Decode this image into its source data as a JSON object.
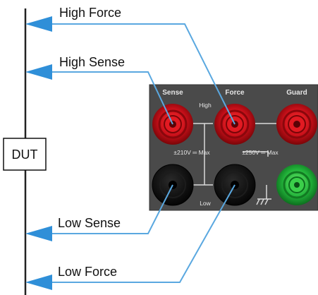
{
  "labels": {
    "high_force": "High Force",
    "high_sense": "High Sense",
    "low_sense": "Low Sense",
    "low_force": "Low Force",
    "dut": "DUT"
  },
  "panel": {
    "col_sense": "Sense",
    "col_force": "Force",
    "col_guard": "Guard",
    "row_high": "High",
    "row_low": "Low",
    "max_left": "±210V ═ Max",
    "max_right": "±250V ═ Max"
  },
  "terminals": [
    {
      "name": "high-sense-terminal",
      "color": "red"
    },
    {
      "name": "high-force-terminal",
      "color": "red"
    },
    {
      "name": "guard-terminal",
      "color": "red"
    },
    {
      "name": "low-sense-terminal",
      "color": "black"
    },
    {
      "name": "low-force-terminal",
      "color": "black"
    },
    {
      "name": "ground-terminal",
      "color": "green"
    }
  ],
  "icons": [
    "arrow-icon",
    "ground-icon"
  ],
  "colors": {
    "arrow": "#2f8fd8",
    "line": "#5aa8e0",
    "panel_bg": "#4a4a4a",
    "red": "#d8141c",
    "black": "#111111",
    "green": "#27b53a"
  }
}
